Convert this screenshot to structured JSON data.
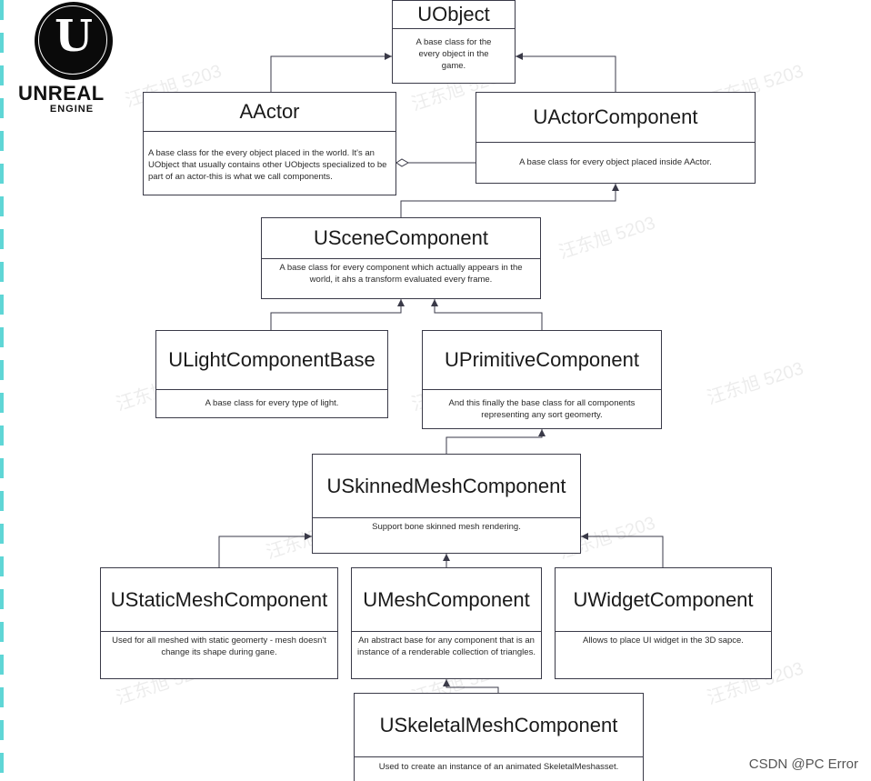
{
  "logo": {
    "line1": "UNREAL",
    "line2": "ENGINE",
    "glyph": "U"
  },
  "credit": "CSDN @PC Error",
  "watermark": "汪东旭 5203",
  "classes": {
    "uobject": {
      "name": "UObject",
      "desc": "A base class for the every object in the game."
    },
    "aactor": {
      "name": "AActor",
      "desc": "A base class for the every object placed in the world. It's an UObject that usually contains other UObjects specialized to be part of an actor-this is what we call components."
    },
    "uactorcomponent": {
      "name": "UActorComponent",
      "desc": "A base class for every object placed inside AActor."
    },
    "uscenecomponent": {
      "name": "USceneComponent",
      "desc": "A base class for every component which actually appears in the world, it ahs a transform evaluated every frame."
    },
    "ulightcomponentbase": {
      "name": "ULightComponentBase",
      "desc": "A base class for every type of light."
    },
    "uprimitivecomponent": {
      "name": "UPrimitiveComponent",
      "desc": "And this finally the base class for all components representing any sort geomerty."
    },
    "uskinnedmeshcomponent": {
      "name": "USkinnedMeshComponent",
      "desc": "Support bone skinned mesh rendering."
    },
    "ustaticmeshcomponent": {
      "name": "UStaticMeshComponent",
      "desc": "Used for all meshed with static geomerty - mesh doesn't change its shape during gane."
    },
    "umeshcomponent": {
      "name": "UMeshComponent",
      "desc": "An abstract base for any component that is an instance of a renderable collection of triangles."
    },
    "uwidgetcomponent": {
      "name": "UWidgetComponent",
      "desc": "Allows to place UI widget in the 3D sapce."
    },
    "uskeletalmeshcomponent": {
      "name": "USkeletalMeshComponent",
      "desc": "Used to create an instance of an animated SkeletalMeshasset."
    }
  }
}
